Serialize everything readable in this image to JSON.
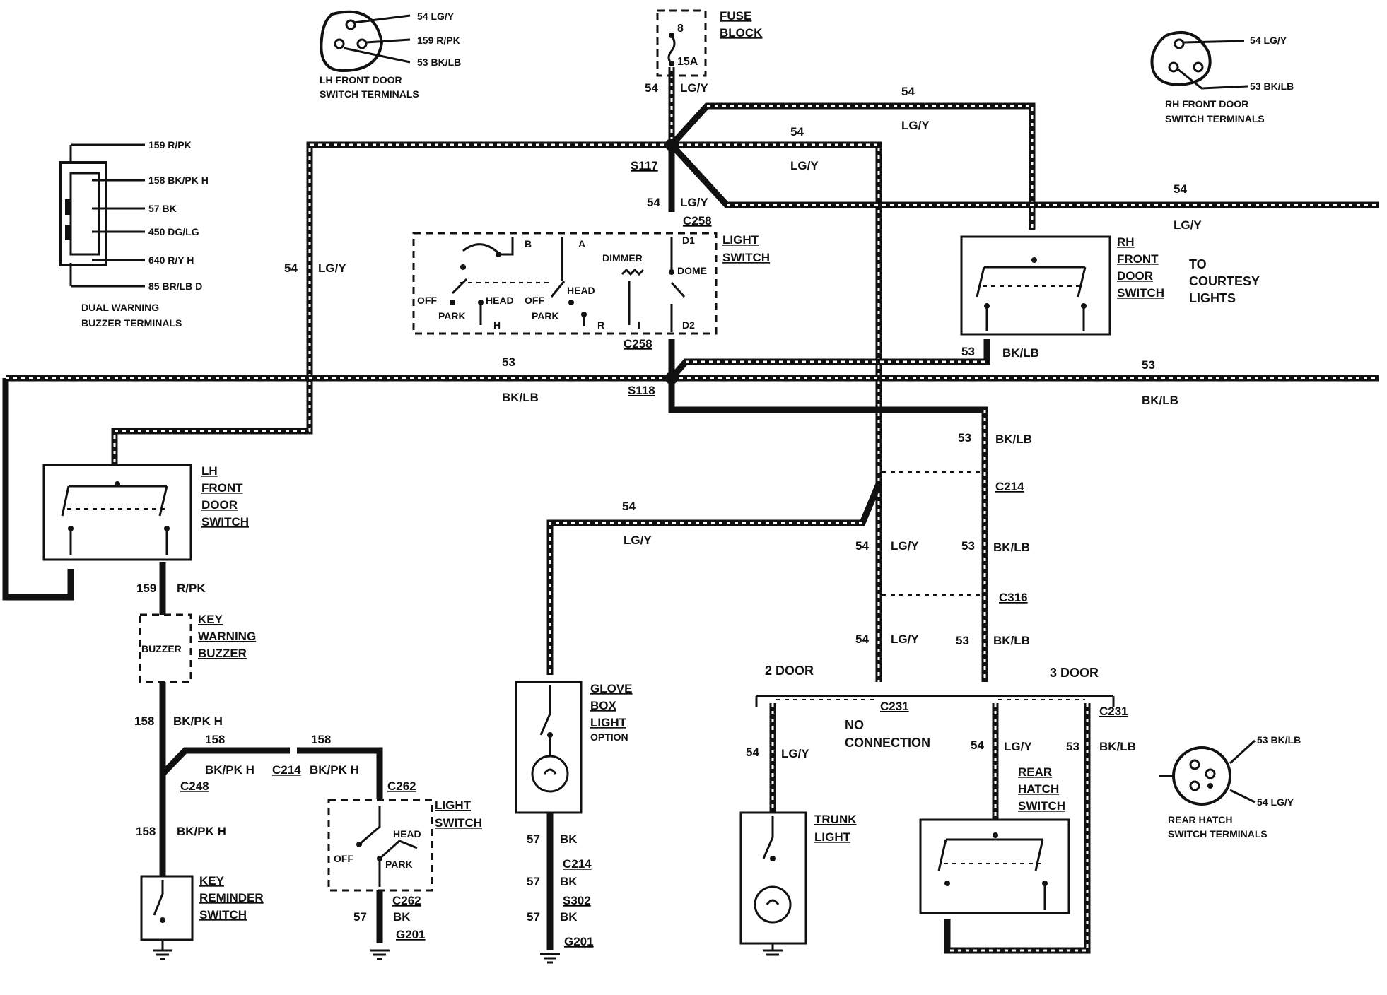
{
  "fuse_block": {
    "name_line1": "FUSE",
    "name_line2": "BLOCK",
    "fuse_number": "8",
    "rating": "15A"
  },
  "wire_labels": {
    "w54_fuse_num": "54",
    "w54_fuse_color": "LG/Y",
    "w54_top_num": "54",
    "w54_top_color": "LG/Y",
    "w54_mid_num": "54",
    "w54_mid_color": "LG/Y",
    "w54_center_num": "54",
    "w54_center_color": "LG/Y",
    "w54_courtesy_num": "54",
    "w54_courtesy_color": "LG/Y",
    "w54_left_num": "54",
    "w54_left_color": "LG/Y",
    "w53_left_num": "53",
    "w53_left_color": "BK/LB",
    "w53_rh_num": "53",
    "w53_rh_color": "BK/LB",
    "w53_right_num": "53",
    "w53_right_color": "BK/LB",
    "w53_c214_num": "53",
    "w53_c214_color": "BK/LB",
    "w54_c214b_num": "54",
    "w54_c214b_color": "LG/Y",
    "w53_c214b_num": "53",
    "w53_c214b_color": "BK/LB",
    "w54_c316_num": "54",
    "w54_c316_color": "LG/Y",
    "w53_c316_num": "53",
    "w53_c316_color": "BK/LB",
    "w54_glove_num": "54",
    "w54_glove_color": "LG/Y",
    "w159_num": "159",
    "w159_color": "R/PK",
    "w158a_num": "158",
    "w158a_color": "BK/PK H",
    "w158b_num": "158",
    "w158b_color": "BK/PK H",
    "w158c_num": "158",
    "w158c_color": "BK/PK H",
    "w158d_num": "158",
    "w158d_color": "BK/PK H",
    "w57a_num": "57",
    "w57a_color": "BK",
    "w57b_num": "57",
    "w57b_color": "BK",
    "w57c_num": "57",
    "w57c_color": "BK",
    "w57d_num": "57",
    "w57d_color": "BK",
    "w54_trunk_num": "54",
    "w54_trunk_color": "LG/Y",
    "w54_hatch_num": "54",
    "w54_hatch_color": "LG/Y",
    "w53_hatch_num": "53",
    "w53_hatch_color": "BK/LB"
  },
  "connectors": {
    "s117": "S117",
    "s118": "S118",
    "c258_top": "C258",
    "c258_bot": "C258",
    "c214_right": "C214",
    "c316": "C316",
    "c231_a": "C231",
    "c231_b": "C231",
    "c214_left": "C214",
    "c214_glove": "C214",
    "c248": "C248",
    "c262_top": "C262",
    "c262_bot": "C262",
    "s302": "S302",
    "g201_a": "G201",
    "g201_b": "G201"
  },
  "light_switch_main": {
    "title_line1": "LIGHT",
    "title_line2": "SWITCH",
    "b": "B",
    "a": "A",
    "dimmer": "DIMMER",
    "d1": "D1",
    "dome": "DOME",
    "off1": "OFF",
    "head1": "HEAD",
    "park1": "PARK",
    "h": "H",
    "off2": "OFF",
    "head2": "HEAD",
    "park2": "PARK",
    "r": "R",
    "i": "I",
    "d2": "D2"
  },
  "rh_door_switch": {
    "line1": "RH",
    "line2": "FRONT",
    "line3": "DOOR",
    "line4": "SWITCH"
  },
  "courtesy_note": {
    "line1": "TO",
    "line2": "COURTESY",
    "line3": "LIGHTS"
  },
  "lh_door_switch": {
    "line1": "LH",
    "line2": "FRONT",
    "line3": "DOOR",
    "line4": "SWITCH"
  },
  "key_buzzer": {
    "inner": "BUZZER",
    "line1": "KEY",
    "line2": "WARNING",
    "line3": "BUZZER"
  },
  "key_reminder": {
    "line1": "KEY",
    "line2": "REMINDER",
    "line3": "SWITCH"
  },
  "light_switch_small": {
    "line1": "LIGHT",
    "line2": "SWITCH",
    "head": "HEAD",
    "off": "OFF",
    "park": "PARK"
  },
  "glove_box": {
    "line1": "GLOVE",
    "line2": "BOX",
    "line3": "LIGHT",
    "option": "OPTION"
  },
  "trunk_light": {
    "line1": "TRUNK",
    "line2": "LIGHT"
  },
  "rear_hatch": {
    "line1": "REAR",
    "line2": "HATCH",
    "line3": "SWITCH"
  },
  "door_options": {
    "two_door": "2 DOOR",
    "three_door": "3 DOOR",
    "no_conn_line1": "NO",
    "no_conn_line2": "CONNECTION"
  },
  "lh_terminals": {
    "t1": "54 LG/Y",
    "t2": "159 R/PK",
    "t3": "53 BK/LB",
    "cap1": "LH FRONT DOOR",
    "cap2": "SWITCH TERMINALS"
  },
  "rh_terminals": {
    "t1": "54 LG/Y",
    "t2": "53 BK/LB",
    "cap1": "RH FRONT DOOR",
    "cap2": "SWITCH TERMINALS"
  },
  "buzzer_terminals": {
    "t1": "159 R/PK",
    "t2": "158 BK/PK H",
    "t3": "57 BK",
    "t4": "450 DG/LG",
    "t5": "640 R/Y H",
    "t6": "85 BR/LB D",
    "cap1": "DUAL WARNING",
    "cap2": "BUZZER TERMINALS"
  },
  "hatch_terminals": {
    "t1": "53 BK/LB",
    "t2": "54 LG/Y",
    "cap1": "REAR HATCH",
    "cap2": "SWITCH TERMINALS"
  }
}
